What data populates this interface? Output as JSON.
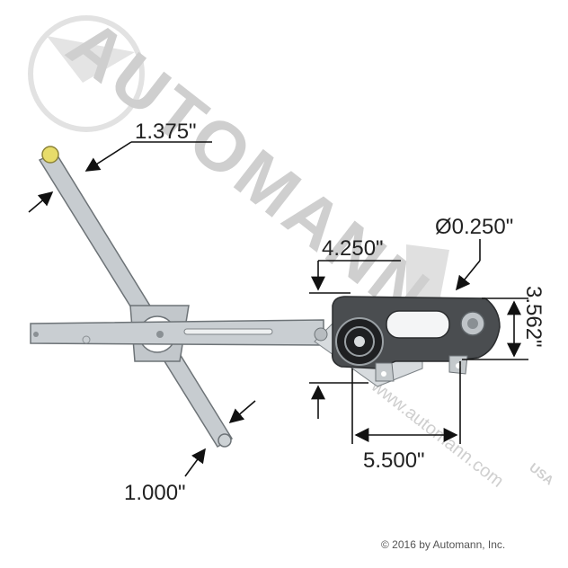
{
  "watermark": {
    "brand": "AUTOMANN",
    "tag": "USA",
    "url": "www.automann.com"
  },
  "dimensions": {
    "arm_width": "1.375\"",
    "arm_tip": "1.000\"",
    "drop": "4.250\"",
    "bolt_diameter": "Ø0.250\"",
    "mount_height": "3.562\"",
    "mount_spacing": "5.500\""
  },
  "copyright": "© 2016 by Automann, Inc.",
  "colors": {
    "metal": "#c4c9cc",
    "metal_dark": "#7d8387",
    "bracket": "#4a4d50",
    "roller": "#e7dc6a",
    "dim_line": "#111111",
    "watermark": "#d3d3d3"
  }
}
